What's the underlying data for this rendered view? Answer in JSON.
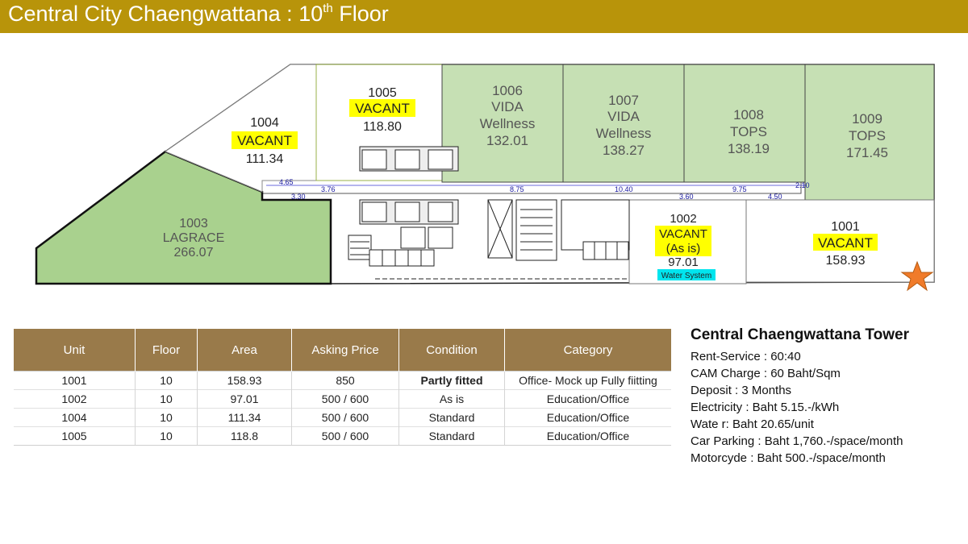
{
  "header": {
    "title": "Central City Chaengwattana : 10",
    "sup": "th",
    "title_tail": " Floor"
  },
  "colors": {
    "header_bg": "#b8940a",
    "table_header_bg": "#997a4a",
    "leased_unit_fill": "#c6e0b4",
    "vacant_highlight": "#ffff00",
    "water_system_label_bg": "#00e5ee",
    "star": "#f07b2a"
  },
  "floor_plan": {
    "units": [
      {
        "id": "1003",
        "status": "LAGRACE",
        "area": "266.07"
      },
      {
        "id": "1004",
        "status": "VACANT",
        "area": "111.34"
      },
      {
        "id": "1005",
        "status": "VACANT",
        "area": "118.80"
      },
      {
        "id": "1006",
        "status_line1": "VIDA",
        "status_line2": "Wellness",
        "area": "132.01"
      },
      {
        "id": "1007",
        "status_line1": "VIDA",
        "status_line2": "Wellness",
        "area": "138.27"
      },
      {
        "id": "1008",
        "status": "TOPS",
        "area": "138.19"
      },
      {
        "id": "1009",
        "status": "TOPS",
        "area": "171.45"
      },
      {
        "id": "1002",
        "status": "VACANT",
        "note": "(As is)",
        "area": "97.01"
      },
      {
        "id": "1001",
        "status": "VACANT",
        "area": "158.93"
      }
    ],
    "water_system_label": "Water System",
    "dimensions": [
      "4.65",
      "3.76",
      "8.75",
      "10.40",
      "9.75",
      "4.50",
      "2.10",
      "3.30",
      "3.60"
    ],
    "icons": [
      "lift-icon",
      "stair-icon",
      "toilet-icon",
      "star-icon"
    ]
  },
  "table": {
    "headers": [
      "Unit",
      "Floor",
      "Area",
      "Asking Price",
      "Condition",
      "Category"
    ],
    "rows": [
      [
        "1001",
        "10",
        "158.93",
        "850",
        "Partly fitted",
        "Office- Mock up Fully fiitting"
      ],
      [
        "1002",
        "10",
        "97.01",
        "500 / 600",
        "As is",
        "Education/Office"
      ],
      [
        "1004",
        "10",
        "111.34",
        "500 / 600",
        "Standard",
        "Education/Office"
      ],
      [
        "1005",
        "10",
        "118.8",
        "500 / 600",
        "Standard",
        "Education/Office"
      ]
    ]
  },
  "info": {
    "title": "Central Chaengwattana Tower",
    "lines": [
      "Rent-Service :  60:40",
      "CAM Charge : 60 Baht/Sqm",
      "Deposit  :  3 Months",
      "Electricity : Baht 5.15.-/kWh",
      "Wate r: Baht 20.65/unit",
      "Car Parking : Baht 1,760.-/space/month",
      "Motorcyde : Baht 500.-/space/month"
    ]
  }
}
